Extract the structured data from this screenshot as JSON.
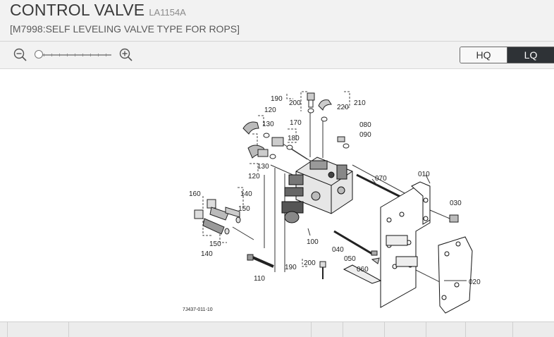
{
  "header": {
    "title": "CONTROL VALVE",
    "code": "LA1154A",
    "subtitle": "[M7998:SELF LEVELING VALVE TYPE FOR ROPS]"
  },
  "toolbar": {
    "zoom_out_icon": "zoom-out-icon",
    "zoom_in_icon": "zoom-in-icon",
    "zoom_level": 0,
    "quality": {
      "hq_label": "HQ",
      "lq_label": "LQ",
      "selected": "LQ"
    }
  },
  "diagram": {
    "drawing_number": "7J437-011-10",
    "callouts": {
      "c190a": "190",
      "c200a": "200",
      "c210": "210",
      "c220": "220",
      "c120a": "120",
      "c130a": "130",
      "c170": "170",
      "c180": "180",
      "c080": "080",
      "c090": "090",
      "c130b": "130",
      "c120b": "120",
      "c070": "070",
      "c010": "010",
      "c160": "160",
      "c140a": "140",
      "c150a": "150",
      "c030": "030",
      "c150b": "150",
      "c140b": "140",
      "c100": "100",
      "c040": "040",
      "c050": "050",
      "c060": "060",
      "c200b": "200",
      "c190b": "190",
      "c110": "110",
      "c020": "020"
    }
  },
  "colors": {
    "active_quality": "#2e3236",
    "header_bg": "#f2f2f2"
  }
}
